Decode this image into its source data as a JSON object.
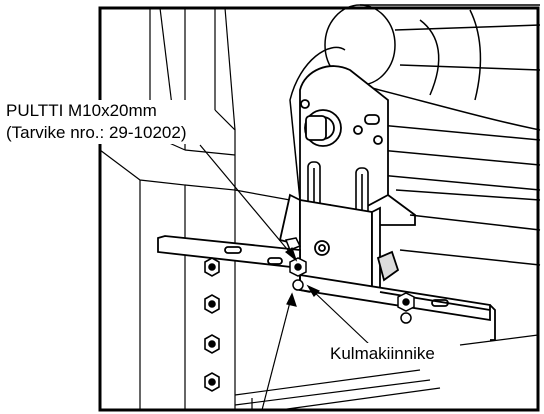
{
  "callouts": {
    "bolt_line1": "PULTTI M10x20mm",
    "bolt_line2": "(Tarvike nro.: 29-10202)",
    "bracket": "Kulmakiinnike"
  },
  "colors": {
    "ink": "#000000",
    "paper": "#ffffff"
  },
  "icons": {
    "pointer": "arrow-icon",
    "fastener": "hex-bolt-icon"
  }
}
